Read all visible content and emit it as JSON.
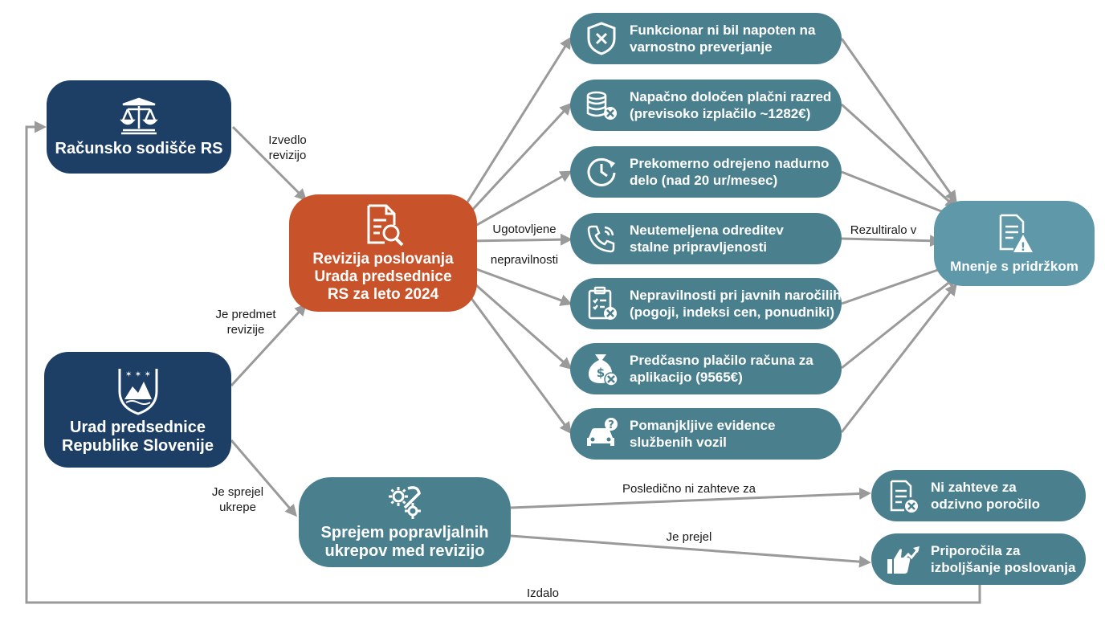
{
  "nodes": {
    "racunsko": {
      "label": "Računsko sodišče RS",
      "icon": "scales-icon"
    },
    "urad": {
      "line1": "Urad predsednice",
      "line2": "Republike Slovenije",
      "icon": "coat-of-arms-icon"
    },
    "revizija": {
      "line1": "Revizija poslovanja",
      "line2": "Urada predsednice",
      "line3": "RS za leto 2024",
      "icon": "document-search-icon"
    },
    "sprejem": {
      "line1": "Sprejem popravljalnih",
      "line2": "ukrepov med revizijo",
      "icon": "gear-wrench-icon"
    },
    "mnenje": {
      "label": "Mnenje s pridržkom",
      "icon": "document-warning-icon"
    }
  },
  "findings": [
    {
      "line1": "Funkcionar ni bil napoten na",
      "line2": "varnostno preverjanje",
      "icon": "shield-x-icon"
    },
    {
      "line1": "Napačno določen plačni razred",
      "line2": "(previsoko izplačilo ~1282€)",
      "icon": "coins-x-icon"
    },
    {
      "line1": "Prekomerno odrejeno nadurno",
      "line2": "delo (nad 20 ur/mesec)",
      "icon": "clock-icon"
    },
    {
      "line1": "Neutemeljena odreditev",
      "line2": "stalne pripravljenosti",
      "icon": "phone-icon"
    },
    {
      "line1": "Nepravilnosti pri javnih naročilih",
      "line2": "(pogoji, indeksi cen, ponudniki)",
      "icon": "clipboard-x-icon"
    },
    {
      "line1": "Predčasno plačilo računa za",
      "line2": "aplikacijo (9565€)",
      "icon": "money-bag-x-icon"
    },
    {
      "line1": "Pomanjkljive evidence",
      "line2": "službenih vozil",
      "icon": "car-question-icon"
    }
  ],
  "outcomes": [
    {
      "line1": "Ni zahteve za",
      "line2": "odzivno poročilo",
      "icon": "document-x-icon"
    },
    {
      "line1": "Priporočila za",
      "line2": "izboljšanje poslovanja",
      "icon": "thumbs-up-growth-icon"
    }
  ],
  "edge_labels": {
    "izvedlo": {
      "line1": "Izvedlo",
      "line2": "revizijo"
    },
    "predmet": {
      "line1": "Je predmet",
      "line2": "revizije"
    },
    "sprejel": {
      "line1": "Je sprejel",
      "line2": "ukrepe"
    },
    "ugotovljene": "Ugotovljene",
    "nepravilnosti": "nepravilnosti",
    "rezultiralo": "Rezultiralo v",
    "posledicno": "Posledično ni zahteve za",
    "prejel": "Je prejel",
    "izdalo": "Izdalo"
  },
  "colors": {
    "dark_navy": "#1d3f66",
    "orange": "#c8532a",
    "teal": "#4a7f8e",
    "light_teal": "#5f98a9",
    "arrow_gray": "#9a9a9a"
  }
}
